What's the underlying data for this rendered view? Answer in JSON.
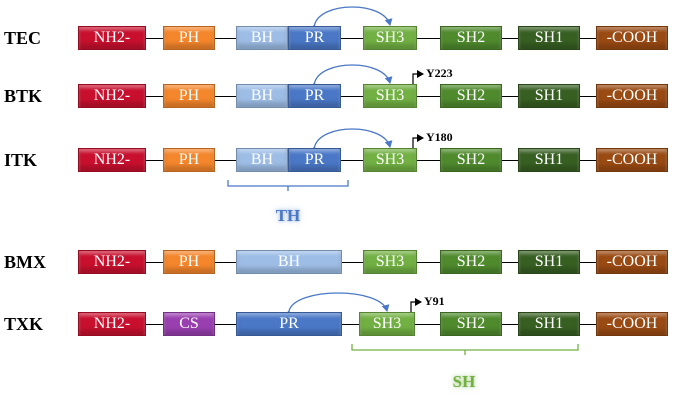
{
  "domain_colors": {
    "NH2-": "#c8102e",
    "PH": "#f4862c",
    "BH": "#9dbde6",
    "PR": "#4a78c7",
    "SH3": "#72b043",
    "SH2": "#4f8a2d",
    "SH1": "#375f22",
    "-COOH": "#9a4a13",
    "CS": "#9a3fb0"
  },
  "proteins": [
    {
      "name": "TEC",
      "domains": [
        {
          "label": "NH2-",
          "type": "NH2-"
        },
        {
          "label": "PH",
          "type": "PH"
        },
        {
          "label": "BH",
          "type": "BH"
        },
        {
          "label": "PR",
          "type": "PR"
        },
        {
          "label": "SH3",
          "type": "SH3"
        },
        {
          "label": "SH2",
          "type": "SH2"
        },
        {
          "label": "SH1",
          "type": "SH1"
        },
        {
          "label": "-COOH",
          "type": "-COOH"
        }
      ],
      "site": ""
    },
    {
      "name": "BTK",
      "domains": [
        {
          "label": "NH2-",
          "type": "NH2-"
        },
        {
          "label": "PH",
          "type": "PH"
        },
        {
          "label": "BH",
          "type": "BH"
        },
        {
          "label": "PR",
          "type": "PR"
        },
        {
          "label": "SH3",
          "type": "SH3"
        },
        {
          "label": "SH2",
          "type": "SH2"
        },
        {
          "label": "SH1",
          "type": "SH1"
        },
        {
          "label": "-COOH",
          "type": "-COOH"
        }
      ],
      "site": "Y223"
    },
    {
      "name": "ITK",
      "domains": [
        {
          "label": "NH2-",
          "type": "NH2-"
        },
        {
          "label": "PH",
          "type": "PH"
        },
        {
          "label": "BH",
          "type": "BH"
        },
        {
          "label": "PR",
          "type": "PR"
        },
        {
          "label": "SH3",
          "type": "SH3"
        },
        {
          "label": "SH2",
          "type": "SH2"
        },
        {
          "label": "SH1",
          "type": "SH1"
        },
        {
          "label": "-COOH",
          "type": "-COOH"
        }
      ],
      "site": "Y180"
    },
    {
      "name": "BMX",
      "domains": [
        {
          "label": "NH2-",
          "type": "NH2-"
        },
        {
          "label": "PH",
          "type": "PH"
        },
        {
          "label": "BH",
          "type": "BH"
        },
        {
          "label": "SH3",
          "type": "SH3"
        },
        {
          "label": "SH2",
          "type": "SH2"
        },
        {
          "label": "SH1",
          "type": "SH1"
        },
        {
          "label": "-COOH",
          "type": "-COOH"
        }
      ],
      "site": ""
    },
    {
      "name": "TXK",
      "domains": [
        {
          "label": "NH2-",
          "type": "NH2-"
        },
        {
          "label": "CS",
          "type": "CS"
        },
        {
          "label": "PR",
          "type": "PR"
        },
        {
          "label": "SH3",
          "type": "SH3"
        },
        {
          "label": "SH2",
          "type": "SH2"
        },
        {
          "label": "SH1",
          "type": "SH1"
        },
        {
          "label": "-COOH",
          "type": "-COOH"
        }
      ],
      "site": "Y91"
    }
  ],
  "groups": {
    "th": {
      "label": "TH",
      "color": "#4a78c7"
    },
    "sh": {
      "label": "SH",
      "color": "#72b043"
    }
  }
}
